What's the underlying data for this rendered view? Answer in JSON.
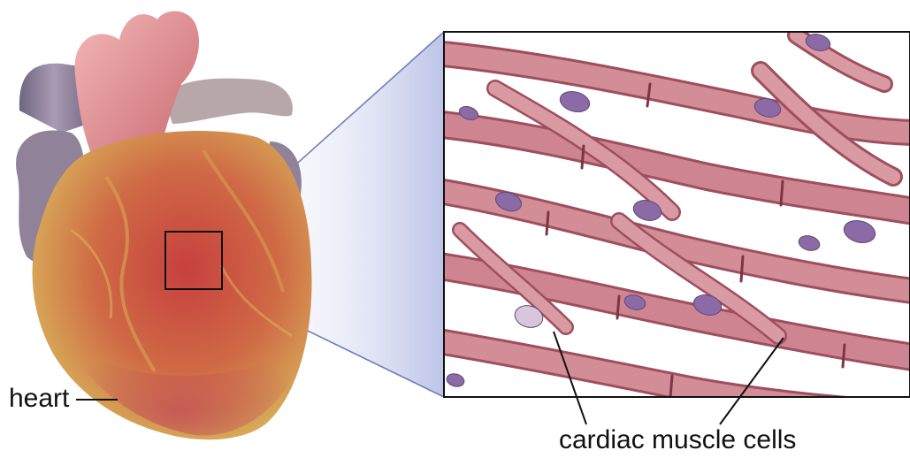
{
  "labels": {
    "heart": "heart",
    "cells": "cardiac muscle cells"
  },
  "colors": {
    "fiber": "#c97a86",
    "fiber_dark": "#8f4453",
    "nucleus": "#8b6aa6",
    "heart_red": "#c5443f",
    "heart_yellow": "#d9b25a",
    "vessel_pink": "#e0949a",
    "vein_purple": "#8a7a92",
    "zoom_fill": "#c9d0ea",
    "zoom_line": "#6f7fbf",
    "outline": "#111111"
  },
  "icons": [
    "heart-illustration",
    "magnification-box",
    "muscle-tissue-panel"
  ]
}
